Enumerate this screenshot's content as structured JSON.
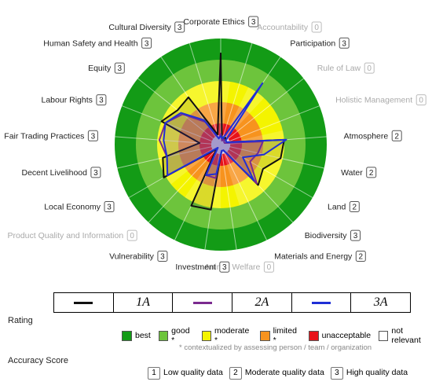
{
  "chart_data": {
    "type": "radar",
    "bands": [
      {
        "key": "unacceptable",
        "color": "#e8131a"
      },
      {
        "key": "limited",
        "color": "#f7931e"
      },
      {
        "key": "moderate",
        "color": "#f4f400"
      },
      {
        "key": "good",
        "color": "#6dc43c"
      },
      {
        "key": "best",
        "color": "#139b16"
      }
    ],
    "axes": [
      {
        "name": "Corporate Ethics",
        "score": "3",
        "active": true
      },
      {
        "name": "Accountability",
        "score": "0",
        "active": false
      },
      {
        "name": "Participation",
        "score": "3",
        "active": true
      },
      {
        "name": "Rule of Law",
        "score": "0",
        "active": false
      },
      {
        "name": "Holistic Management",
        "score": "0",
        "active": false
      },
      {
        "name": "Atmosphere",
        "score": "2",
        "active": true
      },
      {
        "name": "Water",
        "score": "2",
        "active": true
      },
      {
        "name": "Land",
        "score": "2",
        "active": true
      },
      {
        "name": "Biodiversity",
        "score": "3",
        "active": true
      },
      {
        "name": "Materials and Energy",
        "score": "2",
        "active": true
      },
      {
        "name": "Animal Welfare",
        "score": "0",
        "active": false
      },
      {
        "name": "Investment",
        "score": "3",
        "active": true
      },
      {
        "name": "Vulnerability",
        "score": "3",
        "active": true
      },
      {
        "name": "Product Quality and Information",
        "score": "0",
        "active": false
      },
      {
        "name": "Local Economy",
        "score": "3",
        "active": true
      },
      {
        "name": "Decent Livelihood",
        "score": "3",
        "active": true
      },
      {
        "name": "Fair Trading Practices",
        "score": "3",
        "active": true
      },
      {
        "name": "Labour Rights",
        "score": "3",
        "active": true
      },
      {
        "name": "Equity",
        "score": "3",
        "active": true
      },
      {
        "name": "Human Safety and Health",
        "score": "3",
        "active": true
      },
      {
        "name": "Cultural Diversity",
        "score": "3",
        "active": true
      }
    ],
    "series": [
      {
        "name": "1A",
        "color": "#111111",
        "values": [
          4.3,
          0.2,
          0.4,
          0.3,
          0.3,
          3.0,
          2.9,
          2.3,
          2.6,
          0.3,
          0.3,
          3.1,
          3.2,
          0.3,
          3.1,
          2.8,
          1.0,
          3.0,
          2.6,
          2.7,
          0.5
        ]
      },
      {
        "name": "2A",
        "color": "#7b2a8f",
        "values": [
          0.5,
          0.2,
          0.3,
          0.2,
          0.2,
          2.0,
          1.8,
          1.6,
          2.5,
          0.3,
          0.3,
          1.6,
          1.6,
          0.2,
          2.9,
          2.6,
          2.9,
          2.8,
          2.3,
          1.3,
          0.3
        ]
      },
      {
        "name": "3A",
        "color": "#1f2fd6",
        "values": [
          0.4,
          0.3,
          3.5,
          0.3,
          0.3,
          3.1,
          2.1,
          1.2,
          2.3,
          0.3,
          0.3,
          1.4,
          1.6,
          0.2,
          2.9,
          2.6,
          2.7,
          2.8,
          2.4,
          1.4,
          0.3
        ]
      }
    ]
  },
  "legend": {
    "series": [
      {
        "label": "1A",
        "color": "#111111"
      },
      {
        "label": "2A",
        "color": "#7b2a8f"
      },
      {
        "label": "3A",
        "color": "#1f2fd6"
      }
    ]
  },
  "rating": {
    "title": "Rating",
    "items": [
      {
        "label": "best",
        "color": "#139b16"
      },
      {
        "label": "good *",
        "color": "#6dc43c"
      },
      {
        "label": "moderate *",
        "color": "#f4f400"
      },
      {
        "label": "limited *",
        "color": "#f7931e"
      },
      {
        "label": "unacceptable",
        "color": "#e8131a"
      },
      {
        "label": "not relevant",
        "color": "#ffffff"
      }
    ],
    "footnote": "* contextualized by assessing person / team / organization"
  },
  "accuracy": {
    "title": "Accuracy Score",
    "items": [
      {
        "num": "1",
        "label": "Low quality data"
      },
      {
        "num": "2",
        "label": "Moderate quality data"
      },
      {
        "num": "3",
        "label": "High quality data"
      }
    ]
  }
}
